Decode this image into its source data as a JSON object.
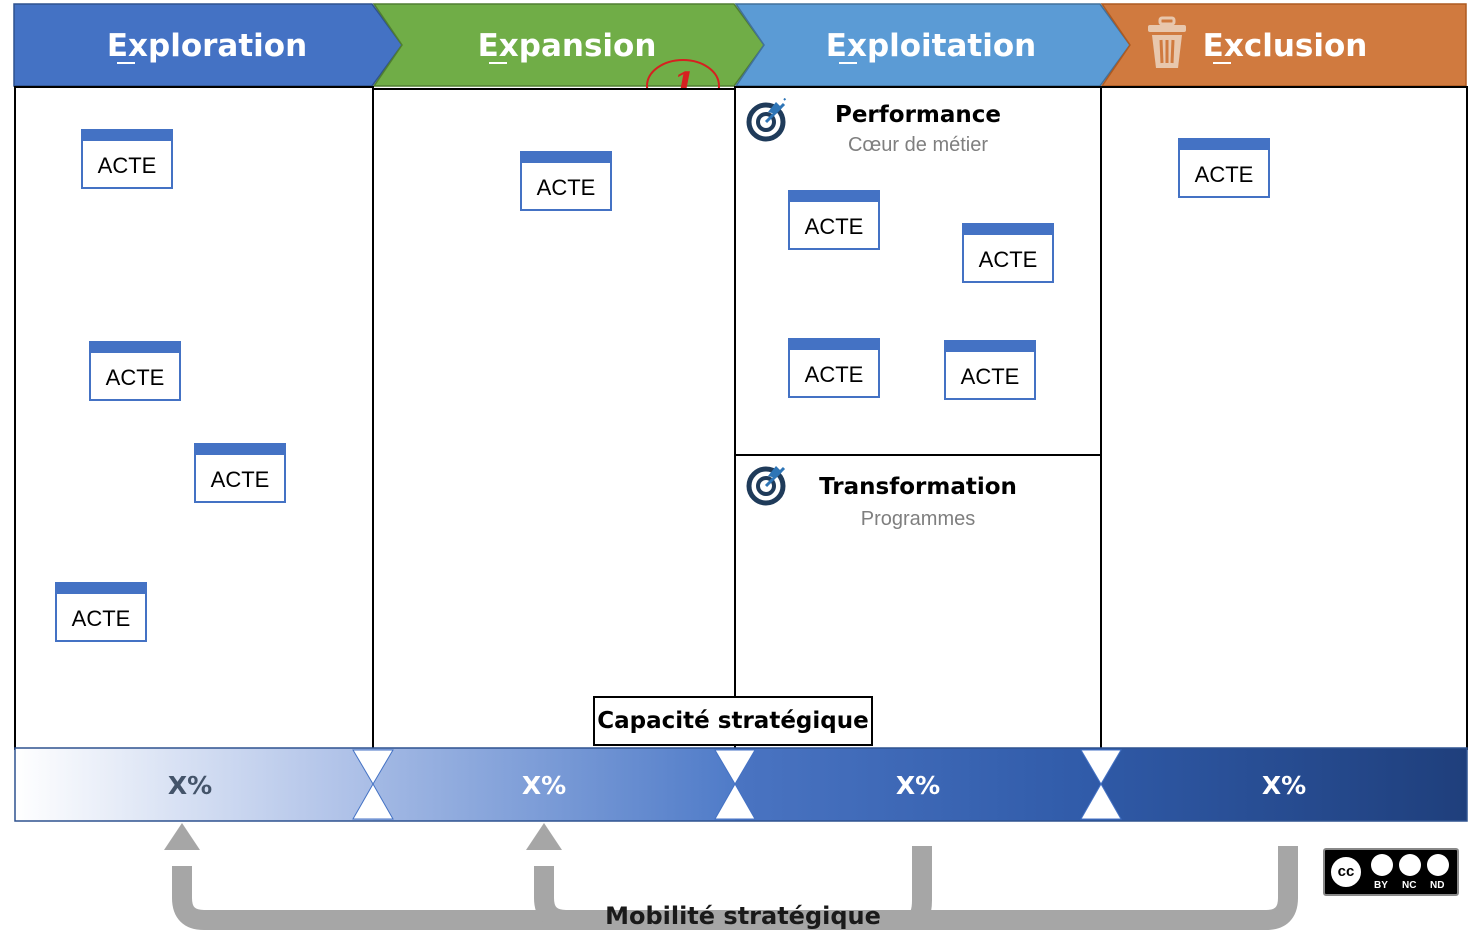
{
  "headers": [
    {
      "label": "Exploration",
      "color": "#4472c4"
    },
    {
      "label": "Expansion",
      "color": "#70ad47"
    },
    {
      "label": "Exploitation",
      "color": "#5b9bd5"
    },
    {
      "label": "Exclusion",
      "color": "#d07a3f"
    }
  ],
  "icons": {
    "exclusion": "trash-icon",
    "performance": "target-icon",
    "transformation": "target-icon",
    "annotation": "circled-number-icon"
  },
  "annotation": {
    "label": "1",
    "color": "#d62020"
  },
  "acte_label": "ACTE",
  "acte_color": "#4472c4",
  "exploration": {
    "actes": [
      "ACTE",
      "ACTE",
      "ACTE",
      "ACTE"
    ]
  },
  "expansion": {
    "actes": [
      "ACTE"
    ]
  },
  "performance": {
    "title": "Performance",
    "subtitle": "Cœur de métier",
    "actes": [
      "ACTE",
      "ACTE",
      "ACTE",
      "ACTE"
    ]
  },
  "transformation": {
    "title": "Transformation",
    "subtitle": "Programmes"
  },
  "exclusion": {
    "actes": [
      "ACTE"
    ]
  },
  "capacite": "Capacité stratégique",
  "percentages": [
    "X%",
    "X%",
    "X%",
    "X%"
  ],
  "mobilite": "Mobilité stratégique",
  "license": {
    "icon": "cc-by-nc-nd-icon",
    "cc": "cc",
    "by": "BY",
    "nc": "NC",
    "nd": "ND"
  }
}
